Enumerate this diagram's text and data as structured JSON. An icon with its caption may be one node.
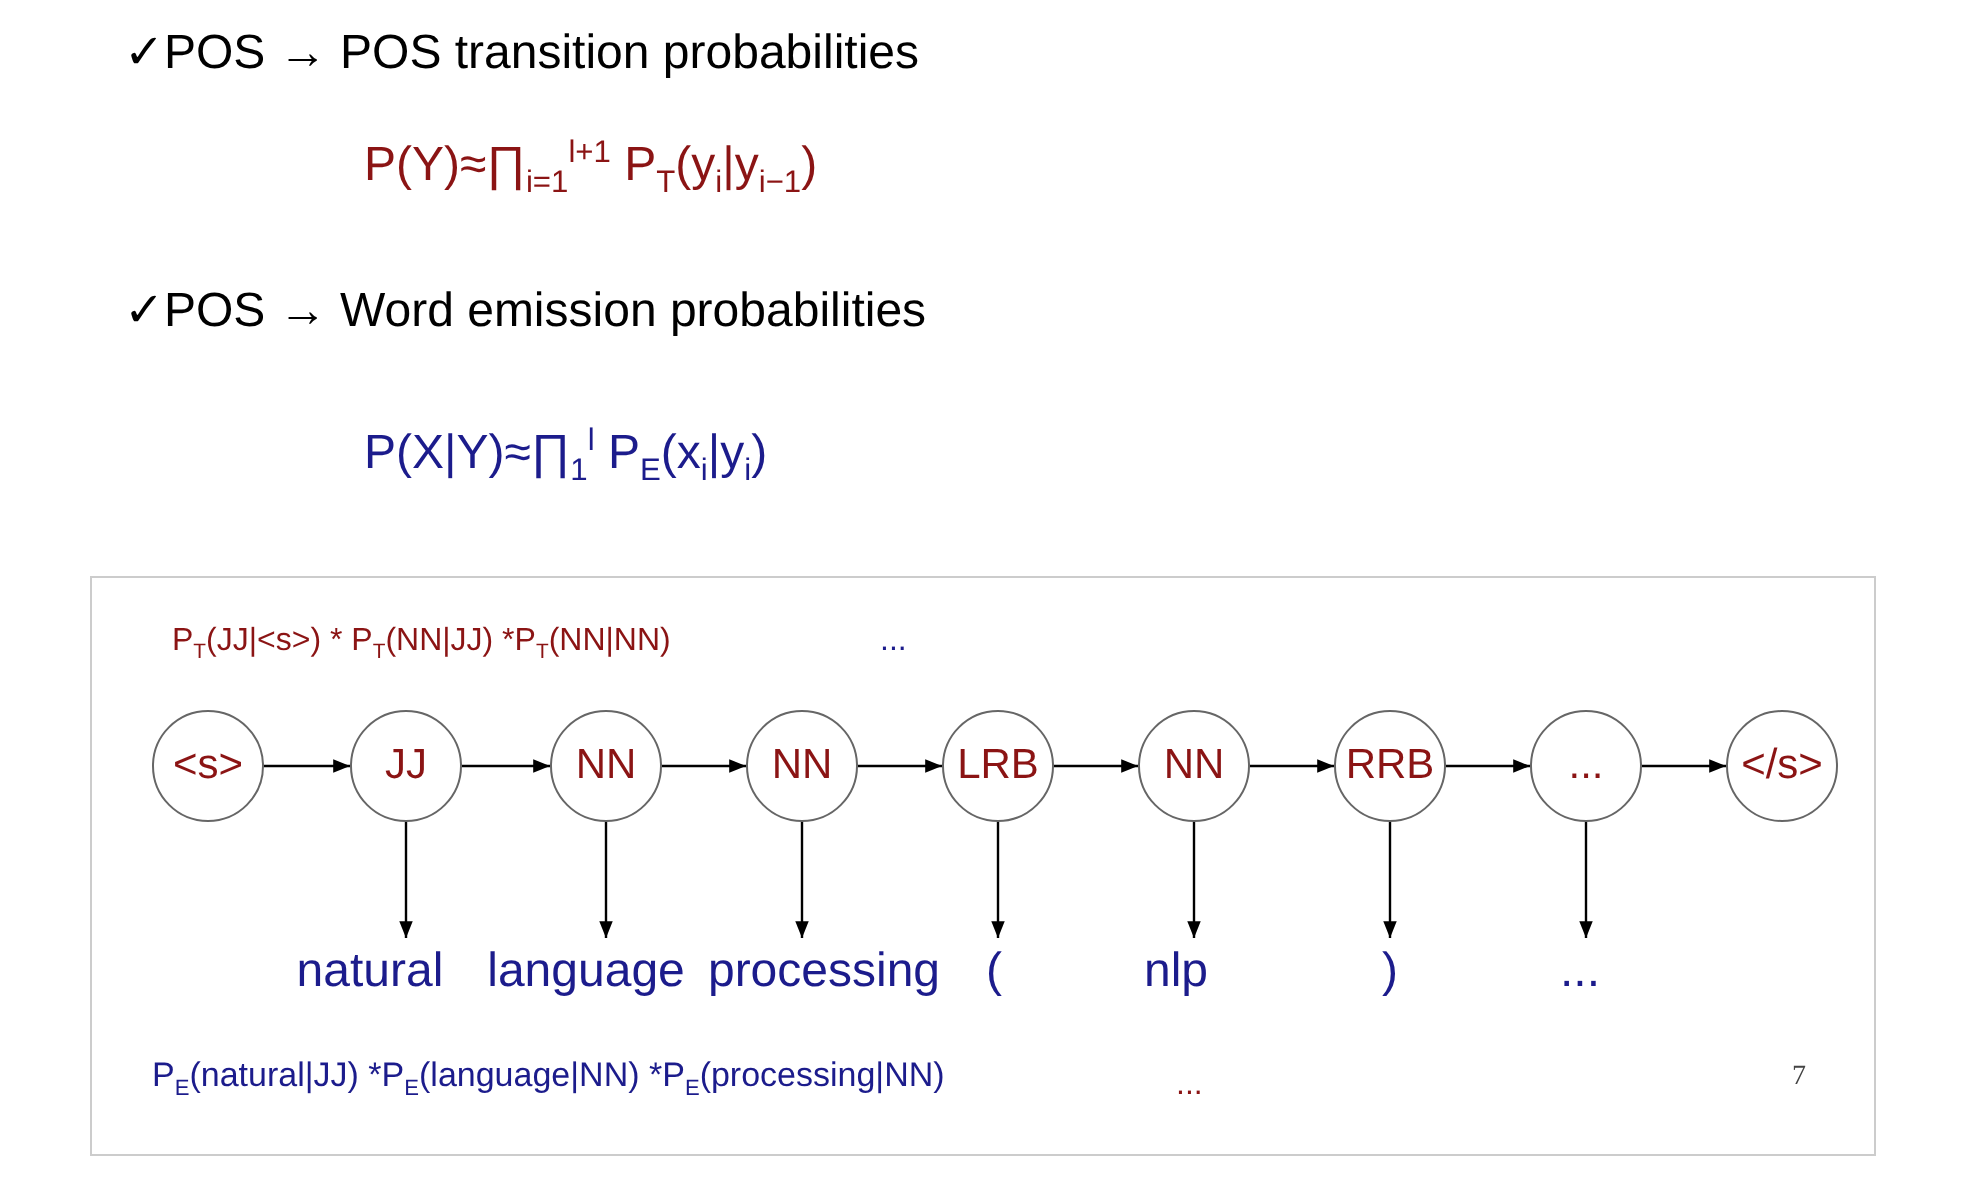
{
  "diagram": {
    "nodes": [
      {
        "text": [
          "<s>"
        ]
      },
      {
        "text": [
          "JJ"
        ]
      },
      {
        "text": [
          "NN"
        ]
      },
      {
        "text": [
          "NN"
        ]
      },
      {
        "text": [
          "LRB"
        ]
      },
      {
        "text": [
          "NN"
        ]
      },
      {
        "text": [
          "RRB"
        ]
      },
      {
        "text": [
          "..."
        ]
      },
      {
        "text": [
          "</s>"
        ]
      },
      {
        "text": [
          "natural"
        ]
      },
      {
        "text": [
          "language"
        ]
      },
      {
        "text": [
          "processing"
        ]
      },
      {
        "text": [
          "("
        ]
      },
      {
        "text": [
          "nlp"
        ]
      },
      {
        "text": [
          ")"
        ]
      },
      {
        "text": [
          "..."
        ]
      }
    ],
    "edges": [
      {
        "from": 0,
        "to": 1,
        "arrow": "to"
      },
      {
        "from": 1,
        "to": 2,
        "arrow": "to"
      },
      {
        "from": 2,
        "to": 3,
        "arrow": "to"
      },
      {
        "from": 3,
        "to": 4,
        "arrow": "to"
      },
      {
        "from": 4,
        "to": 5,
        "arrow": "to"
      },
      {
        "from": 5,
        "to": 6,
        "arrow": "to"
      },
      {
        "from": 6,
        "to": 7,
        "arrow": "to"
      },
      {
        "from": 7,
        "to": 8,
        "arrow": "to"
      },
      {
        "from": 1,
        "to": 9,
        "arrow": "to"
      },
      {
        "from": 2,
        "to": 10,
        "arrow": "to"
      },
      {
        "from": 3,
        "to": 11,
        "arrow": "to"
      },
      {
        "from": 4,
        "to": 12,
        "arrow": "to"
      },
      {
        "from": 5,
        "to": 13,
        "arrow": "to"
      },
      {
        "from": 6,
        "to": 14,
        "arrow": "to"
      },
      {
        "from": 7,
        "to": 15,
        "arrow": "to"
      }
    ],
    "labels": [
      "✓POS → POS transition probabilities",
      "P(Y)≈∏$_{i=1}$$^{l+1}$ P$_{T}$(y$_{i}$|y$_{i−1}$)",
      "✓POS → Word emission probabilities",
      "P(X|Y)≈∏$_{1}$$^{l}$ P$_{E}$(x$_{i}$|y$_{i}$)",
      "P$_{T}$(JJ|<s>) * P$_{T}$(NN|JJ) *P$_{T}$(NN|NN)",
      "...",
      "P$_{E}$(natural|JJ) *P$_{E}$(language|NN) *P$_{E}$(processing|NN)",
      "...",
      "7"
    ]
  }
}
